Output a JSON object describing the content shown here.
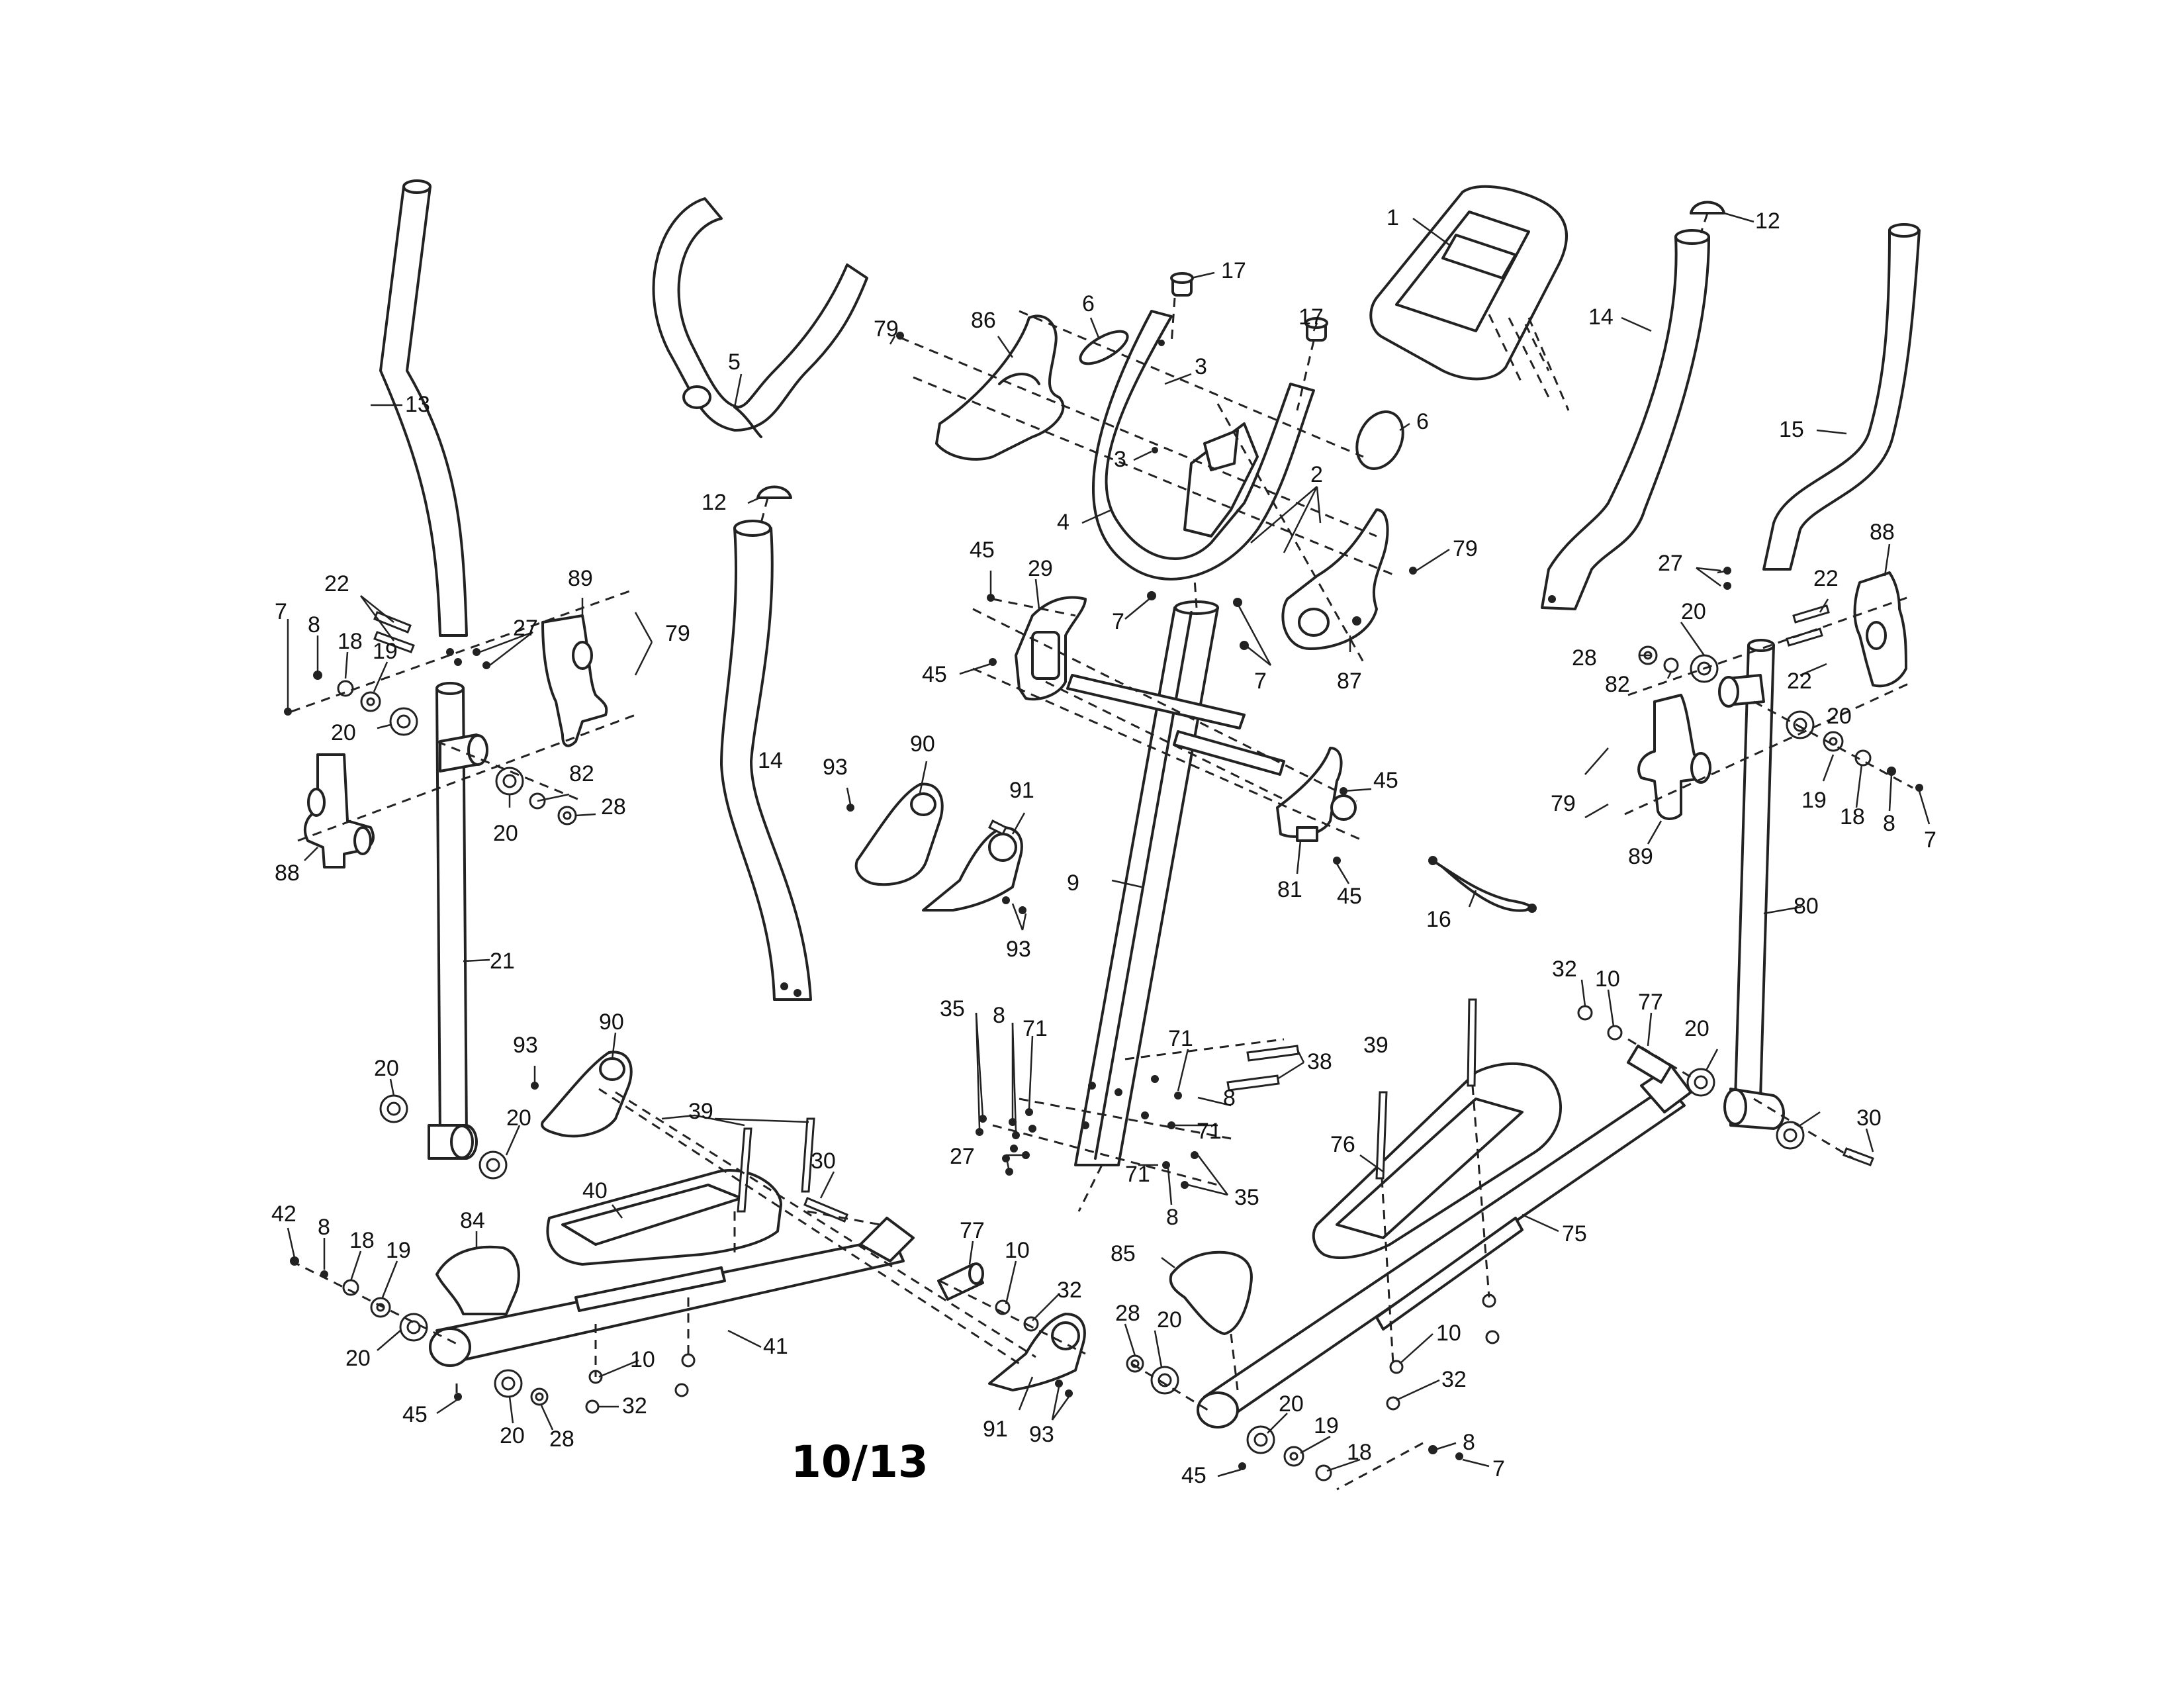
{
  "page_number": "10/13",
  "callouts": [
    {
      "id": "c1",
      "label": "1"
    },
    {
      "id": "c12a",
      "label": "12"
    },
    {
      "id": "c17a",
      "label": "17"
    },
    {
      "id": "c17b",
      "label": "17"
    },
    {
      "id": "c79a",
      "label": "79"
    },
    {
      "id": "c86",
      "label": "86"
    },
    {
      "id": "c6a",
      "label": "6"
    },
    {
      "id": "c3a",
      "label": "3"
    },
    {
      "id": "c14a",
      "label": "14"
    },
    {
      "id": "c13",
      "label": "13"
    },
    {
      "id": "c5",
      "label": "5"
    },
    {
      "id": "c6b",
      "label": "6"
    },
    {
      "id": "c3b",
      "label": "3"
    },
    {
      "id": "c15",
      "label": "15"
    },
    {
      "id": "c12b",
      "label": "12"
    },
    {
      "id": "c2",
      "label": "2"
    },
    {
      "id": "c4",
      "label": "4"
    },
    {
      "id": "c79b",
      "label": "79"
    },
    {
      "id": "c88a",
      "label": "88"
    },
    {
      "id": "c45a",
      "label": "45"
    },
    {
      "id": "c29",
      "label": "29"
    },
    {
      "id": "c27a",
      "label": "27"
    },
    {
      "id": "c22a",
      "label": "22"
    },
    {
      "id": "c89a",
      "label": "89"
    },
    {
      "id": "c7a",
      "label": "7"
    },
    {
      "id": "c7b",
      "label": "7"
    },
    {
      "id": "c22b",
      "label": "22"
    },
    {
      "id": "c27b",
      "label": "27"
    },
    {
      "id": "c79c",
      "label": "79"
    },
    {
      "id": "c7c",
      "label": "7"
    },
    {
      "id": "c8a",
      "label": "8"
    },
    {
      "id": "c18a",
      "label": "18"
    },
    {
      "id": "c19a",
      "label": "19"
    },
    {
      "id": "c87",
      "label": "87"
    },
    {
      "id": "c28a",
      "label": "28"
    },
    {
      "id": "c82a",
      "label": "82"
    },
    {
      "id": "c20a",
      "label": "20"
    },
    {
      "id": "c22c",
      "label": "22"
    },
    {
      "id": "c45b",
      "label": "45"
    },
    {
      "id": "c20b",
      "label": "20"
    },
    {
      "id": "c20c",
      "label": "20"
    },
    {
      "id": "c93a",
      "label": "93"
    },
    {
      "id": "c90a",
      "label": "90"
    },
    {
      "id": "c45c",
      "label": "45"
    },
    {
      "id": "c82b",
      "label": "82"
    },
    {
      "id": "c28b",
      "label": "28"
    },
    {
      "id": "c14b",
      "label": "14"
    },
    {
      "id": "c91a",
      "label": "91"
    },
    {
      "id": "c20d",
      "label": "20"
    },
    {
      "id": "c88b",
      "label": "88"
    },
    {
      "id": "c79d",
      "label": "79"
    },
    {
      "id": "c19b",
      "label": "19"
    },
    {
      "id": "c18b",
      "label": "18"
    },
    {
      "id": "c8b",
      "label": "8"
    },
    {
      "id": "c7d",
      "label": "7"
    },
    {
      "id": "c89b",
      "label": "89"
    },
    {
      "id": "c9",
      "label": "9"
    },
    {
      "id": "c81",
      "label": "81"
    },
    {
      "id": "c45d",
      "label": "45"
    },
    {
      "id": "c16",
      "label": "16"
    },
    {
      "id": "c80",
      "label": "80"
    },
    {
      "id": "c93b",
      "label": "93"
    },
    {
      "id": "c21",
      "label": "21"
    },
    {
      "id": "c32a",
      "label": "32"
    },
    {
      "id": "c10a",
      "label": "10"
    },
    {
      "id": "c77a",
      "label": "77"
    },
    {
      "id": "c35a",
      "label": "35"
    },
    {
      "id": "c8c",
      "label": "8"
    },
    {
      "id": "c71a",
      "label": "71"
    },
    {
      "id": "c71b",
      "label": "71"
    },
    {
      "id": "c93c",
      "label": "93"
    },
    {
      "id": "c90b",
      "label": "90"
    },
    {
      "id": "c39a",
      "label": "39"
    },
    {
      "id": "c38",
      "label": "38"
    },
    {
      "id": "c20e",
      "label": "20"
    },
    {
      "id": "c20f",
      "label": "20"
    },
    {
      "id": "c20g",
      "label": "20"
    },
    {
      "id": "c30a",
      "label": "30"
    },
    {
      "id": "c8d",
      "label": "8"
    },
    {
      "id": "c71c",
      "label": "71"
    },
    {
      "id": "c27c",
      "label": "27"
    },
    {
      "id": "c39b",
      "label": "39"
    },
    {
      "id": "c40",
      "label": "40"
    },
    {
      "id": "c76",
      "label": "76"
    },
    {
      "id": "c35b",
      "label": "35"
    },
    {
      "id": "c71d",
      "label": "71"
    },
    {
      "id": "c8e",
      "label": "8"
    },
    {
      "id": "c30b",
      "label": "30"
    },
    {
      "id": "c75",
      "label": "75"
    },
    {
      "id": "c42",
      "label": "42"
    },
    {
      "id": "c8f",
      "label": "8"
    },
    {
      "id": "c84",
      "label": "84"
    },
    {
      "id": "c18c",
      "label": "18"
    },
    {
      "id": "c19c",
      "label": "19"
    },
    {
      "id": "c77b",
      "label": "77"
    },
    {
      "id": "c10b",
      "label": "10"
    },
    {
      "id": "c85",
      "label": "85"
    },
    {
      "id": "c32b",
      "label": "32"
    },
    {
      "id": "c20h",
      "label": "20"
    },
    {
      "id": "c28c",
      "label": "28"
    },
    {
      "id": "c20i",
      "label": "20"
    },
    {
      "id": "c10c",
      "label": "10"
    },
    {
      "id": "c41",
      "label": "41"
    },
    {
      "id": "c10d",
      "label": "10"
    },
    {
      "id": "c32c",
      "label": "32"
    },
    {
      "id": "c32d",
      "label": "32"
    },
    {
      "id": "c45e",
      "label": "45"
    },
    {
      "id": "c20j",
      "label": "20"
    },
    {
      "id": "c28d",
      "label": "28"
    },
    {
      "id": "c91b",
      "label": "91"
    },
    {
      "id": "c93d",
      "label": "93"
    },
    {
      "id": "c20k",
      "label": "20"
    },
    {
      "id": "c19d",
      "label": "19"
    },
    {
      "id": "c8g",
      "label": "8"
    },
    {
      "id": "c18d",
      "label": "18"
    },
    {
      "id": "c7e",
      "label": "7"
    },
    {
      "id": "c45f",
      "label": "45"
    }
  ]
}
